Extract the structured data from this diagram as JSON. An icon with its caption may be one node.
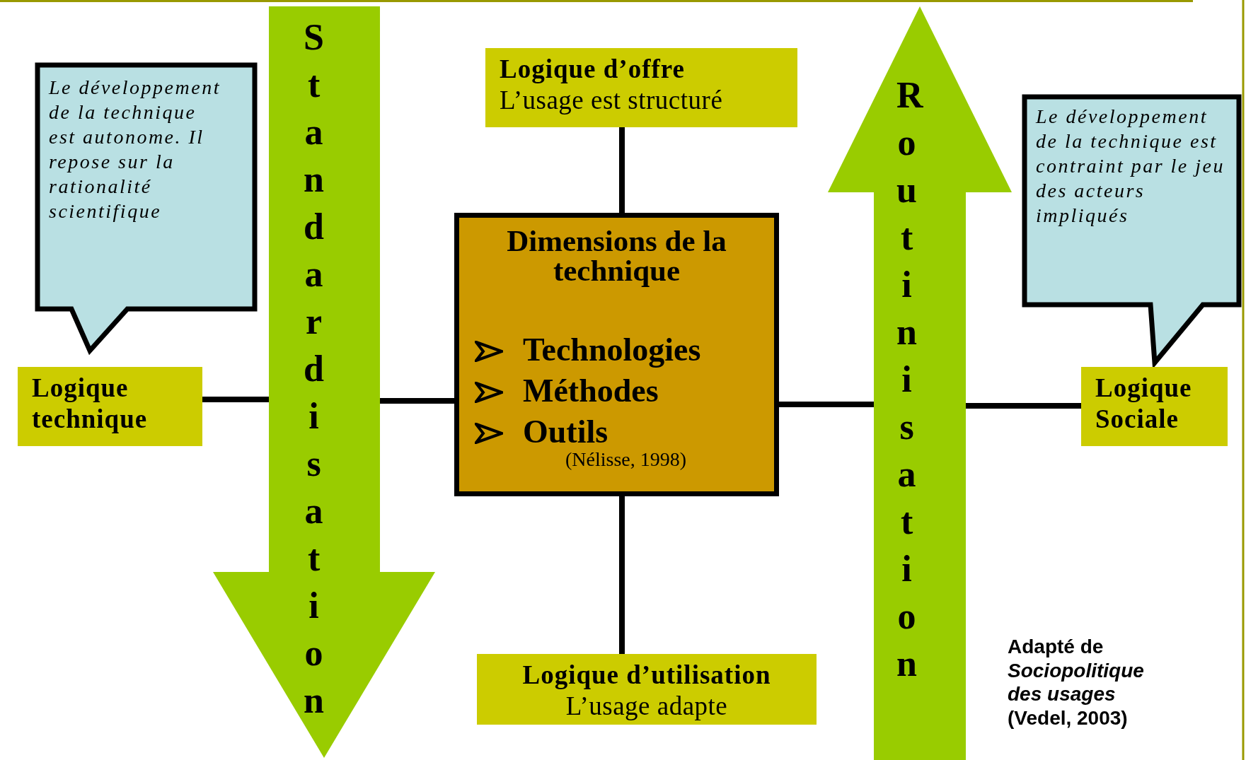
{
  "diagram": {
    "nodes": [
      {
        "text": [
          "Le développement de la technique est autonome. Il repose sur la rationalité scientifique"
        ]
      },
      {
        "text": [
          "Logique technique"
        ]
      },
      {
        "text": [
          "Standardisation"
        ]
      },
      {
        "text": [
          "Logique d’offre",
          "L’usage est structuré"
        ]
      },
      {
        "text": [
          "Dimensions de la technique",
          "Technologies",
          "Méthodes",
          "Outils",
          "(Nélisse, 1998)"
        ]
      },
      {
        "text": [
          "Routinisation"
        ]
      },
      {
        "text": [
          "Le développement de la technique est contraint par le jeu des acteurs impliqués"
        ]
      },
      {
        "text": [
          "Logique Sociale"
        ]
      },
      {
        "text": [
          "Logique d’utilisation",
          "L’usage adapte"
        ]
      }
    ],
    "edges": [
      {
        "from": 1,
        "to": 2,
        "arrow": "none"
      },
      {
        "from": 2,
        "to": 4,
        "arrow": "none"
      },
      {
        "from": 4,
        "to": 5,
        "arrow": "none"
      },
      {
        "from": 5,
        "to": 7,
        "arrow": "none"
      },
      {
        "from": 3,
        "to": 4,
        "arrow": "none"
      },
      {
        "from": 4,
        "to": 8,
        "arrow": "none"
      }
    ],
    "labels": [
      "Adapté de *Sociopolitique des usages* (Vedel, 2003)"
    ]
  }
}
